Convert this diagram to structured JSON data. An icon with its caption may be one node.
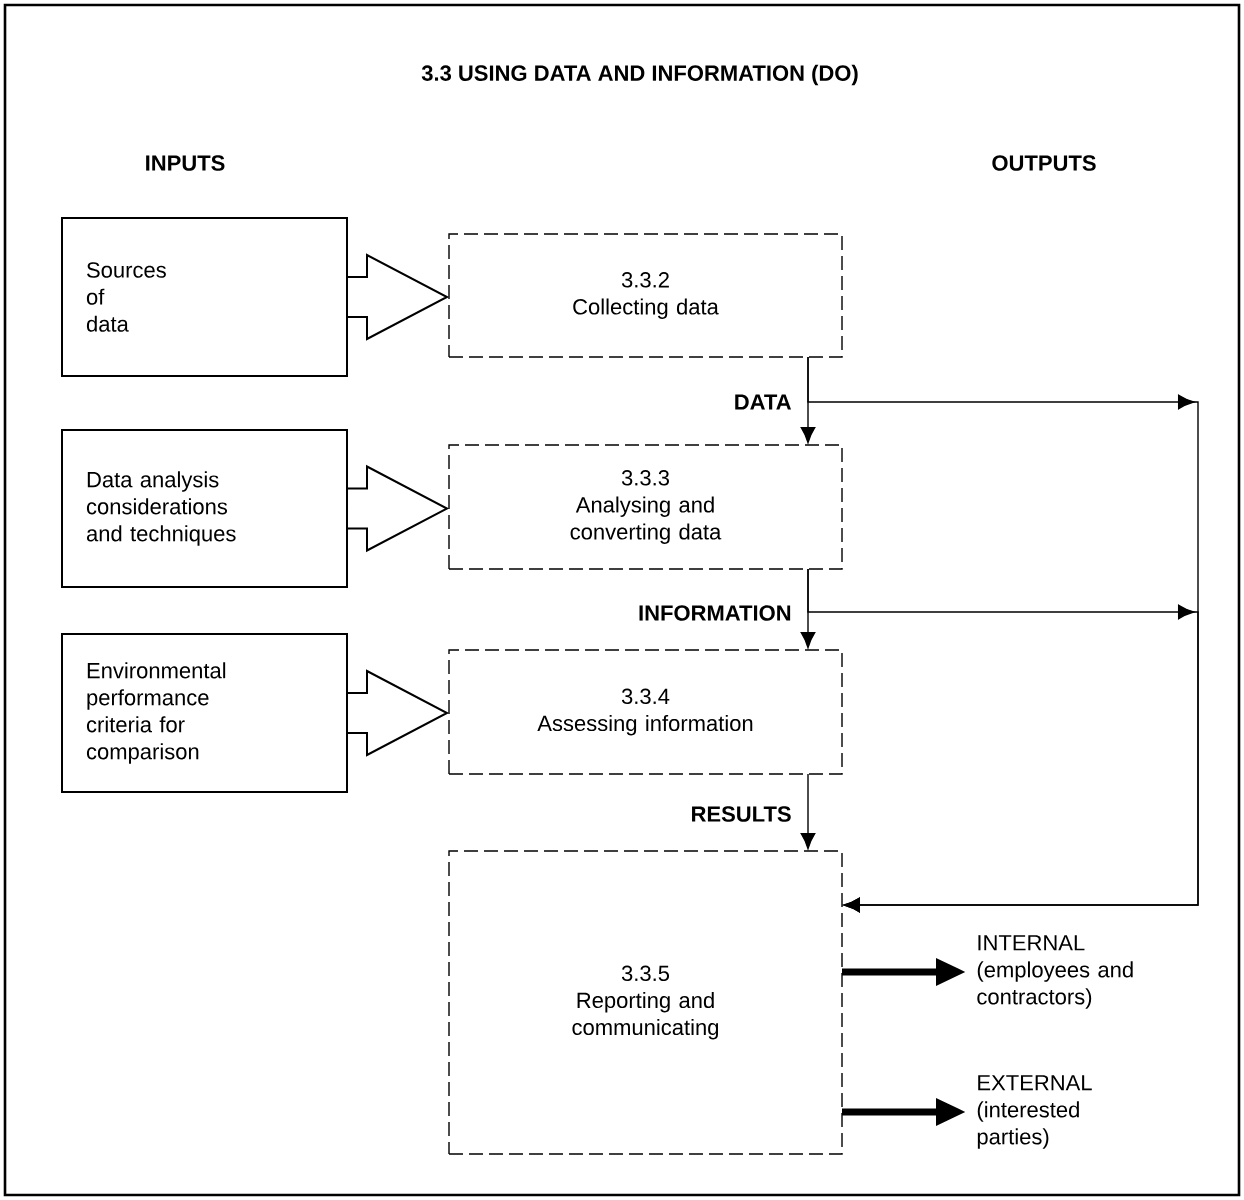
{
  "diagram": {
    "title": "3.3 USING DATA AND INFORMATION (DO)",
    "nodes": [
      {
        "text": [
          "Sources of data"
        ]
      },
      {
        "text": [
          "3.3.2",
          "Collecting data"
        ]
      },
      {
        "text": [
          "Data analysis considerations and techniques"
        ]
      },
      {
        "text": [
          "3.3.3",
          "Analysing and converting data"
        ]
      },
      {
        "text": [
          "Environmental performance criteria for comparison"
        ]
      },
      {
        "text": [
          "3.3.4",
          "Assessing information"
        ]
      },
      {
        "text": [
          "3.3.5",
          "Reporting and communicating"
        ]
      },
      {
        "text": [
          "INTERNAL",
          "(employees and contractors)"
        ]
      },
      {
        "text": [
          "EXTERNAL",
          "(interested parties)"
        ]
      }
    ],
    "edges": [
      {
        "from": 0,
        "to": 1,
        "arrow": "to"
      },
      {
        "from": 2,
        "to": 3,
        "arrow": "to"
      },
      {
        "from": 4,
        "to": 5,
        "arrow": "to"
      },
      {
        "from": 1,
        "to": 3,
        "arrow": "to",
        "label": "DATA"
      },
      {
        "from": 3,
        "to": 5,
        "arrow": "to",
        "label": "INFORMATION"
      },
      {
        "from": 5,
        "to": 6,
        "arrow": "to",
        "label": "RESULTS"
      },
      {
        "from": 1,
        "to": 6,
        "arrow": "to"
      },
      {
        "from": 3,
        "to": 6,
        "arrow": "to"
      },
      {
        "from": 6,
        "to": 7,
        "arrow": "to",
        "style": "thick"
      },
      {
        "from": 6,
        "to": 8,
        "arrow": "to",
        "style": "thick"
      }
    ],
    "labels": [
      "INPUTS",
      "OUTPUTS"
    ]
  }
}
